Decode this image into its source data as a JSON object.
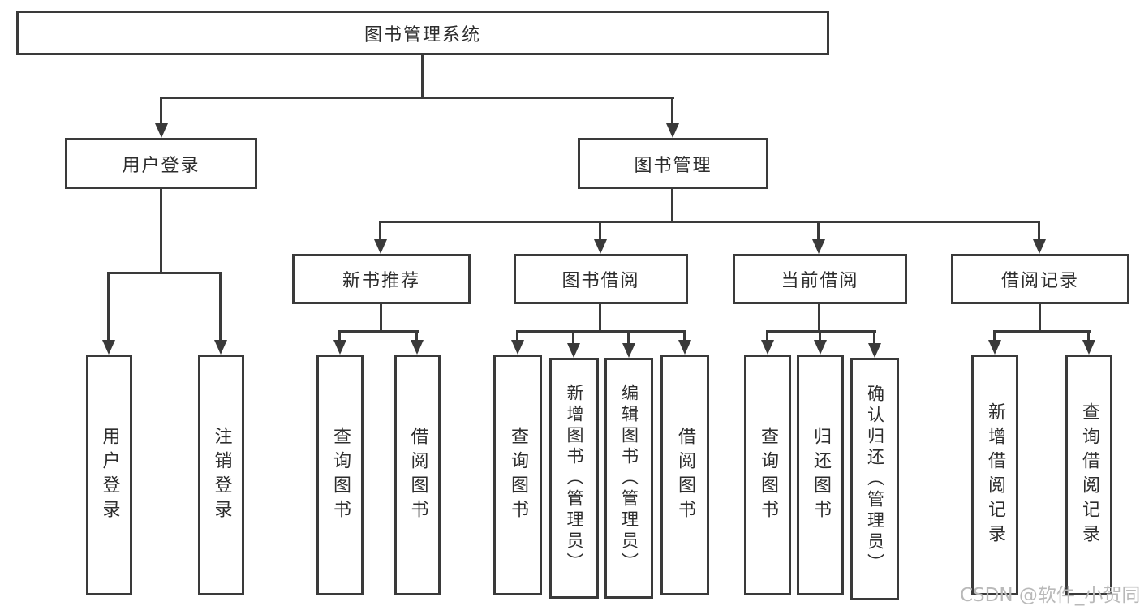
{
  "nodes": {
    "root": "图书管理系统",
    "level2": {
      "user_login": "用户登录",
      "book_mgmt": "图书管理"
    },
    "level3": {
      "new_book_rec": "新书推荐",
      "book_borrow": "图书借阅",
      "current_borrow": "当前借阅",
      "borrow_records": "借阅记录"
    },
    "leaves": {
      "user_login": "用户登录",
      "logout": "注销登录",
      "nbr_query_book": "查询图书",
      "nbr_borrow_book": "借阅图书",
      "bb_query_book": "查询图书",
      "bb_add_book_admin": "新增图书（管理员）",
      "bb_edit_book_admin": "编辑图书（管理员）",
      "bb_borrow_book": "借阅图书",
      "cb_query_book": "查询图书",
      "cb_return_book": "归还图书",
      "cb_confirm_return_admin": "确认归还（管理员）",
      "br_add_record": "新增借阅记录",
      "br_query_record": "查询借阅记录"
    },
    "watermark": "CSDN @软件_小贺同学"
  },
  "colors": {
    "line": "#3a3a3a",
    "text": "#2d2d2d",
    "watermark": "#b9b9b9",
    "background": "#ffffff"
  }
}
